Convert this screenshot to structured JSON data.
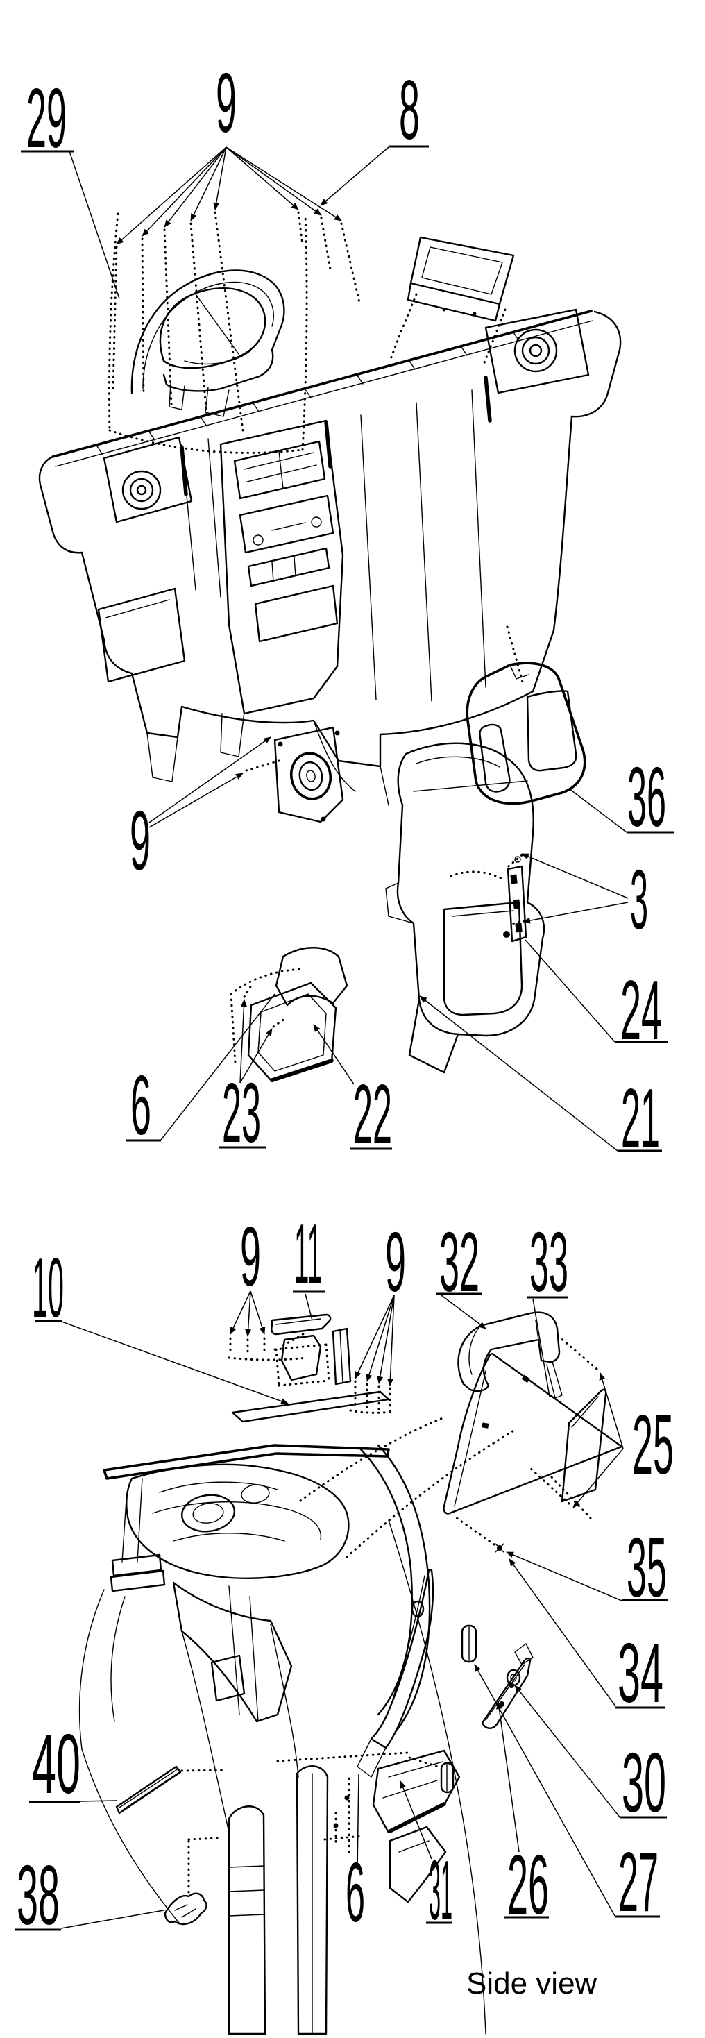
{
  "drawing": {
    "kind": "exploded parts line diagram",
    "ink_color": "#000000",
    "paper_color": "#ffffff"
  },
  "figures": [
    {
      "name": "front-exploded-view",
      "callouts": {
        "c29": "29",
        "c9_top": "9",
        "c8": "8",
        "c9_left": "9",
        "c36": "36",
        "c3": "3",
        "c24": "24",
        "c21": "21",
        "c22": "22",
        "c23": "23",
        "c6": "6"
      }
    },
    {
      "name": "side-view",
      "caption": "Side view",
      "callouts": {
        "c10": "10",
        "c9_left": "9",
        "c11": "11",
        "c9_right": "9",
        "c32": "32",
        "c33": "33",
        "c25": "25",
        "c35": "35",
        "c34": "34",
        "c30": "30",
        "c27": "27",
        "c26": "26",
        "c31": "31",
        "c6": "6",
        "c40": "40",
        "c38": "38"
      }
    }
  ]
}
